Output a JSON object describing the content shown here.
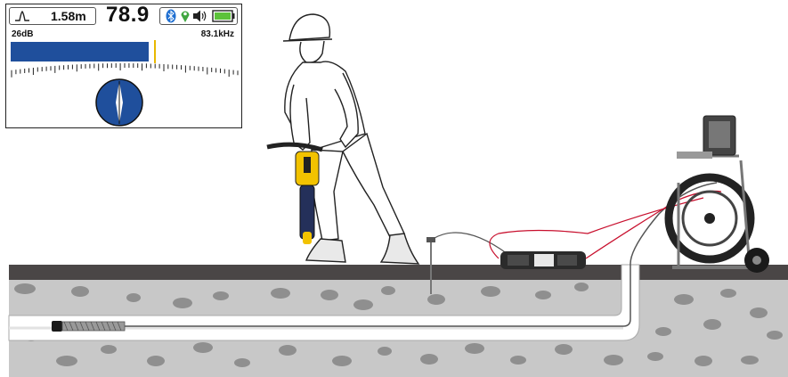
{
  "locator_display": {
    "depth": "1.58m",
    "signal_strength": "78.9",
    "gain": "26dB",
    "frequency": "83.1kHz",
    "signal_fill_fraction": 0.6,
    "mode_icon": "peak-mode-icon",
    "status_icons": [
      "bluetooth-icon",
      "gps-pin-icon",
      "speaker-icon",
      "battery-icon"
    ],
    "colors": {
      "bar": "#1f4f9c",
      "marker": "#e8b800",
      "compass": "#1f4f9c"
    }
  },
  "scene": {
    "colors": {
      "ground_surface": "#4a4646",
      "soil": "#c8c8c8",
      "stones": "#8f8f8f",
      "locator_body": "#f2c200",
      "cable": "#333333",
      "signal_lead": "#c8102e"
    }
  }
}
